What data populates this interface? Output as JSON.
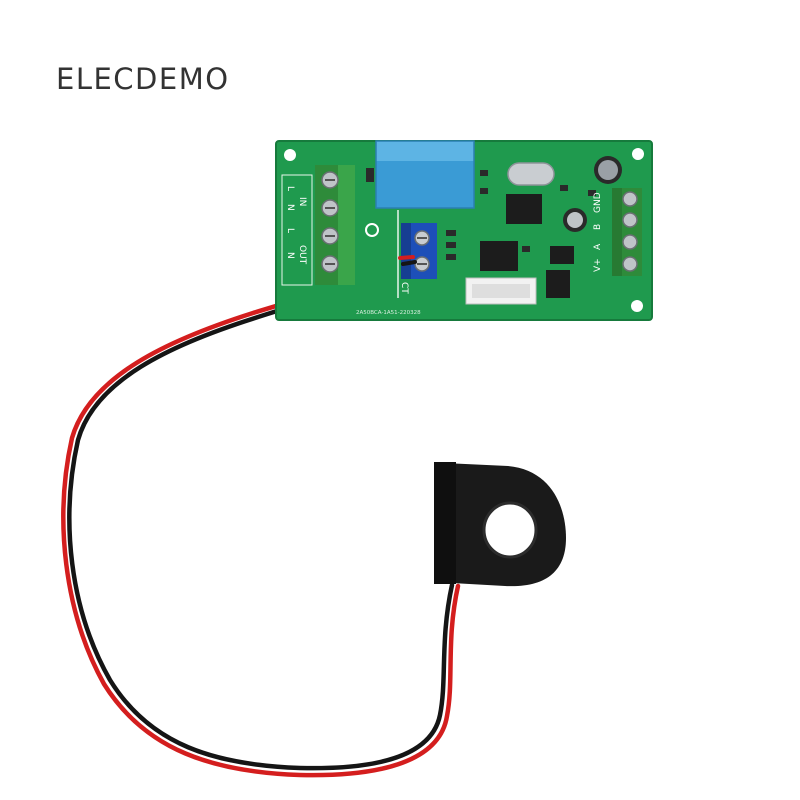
{
  "brand": {
    "name": "ELECDEMO"
  },
  "board": {
    "input_terminal_labels": [
      "L",
      "N",
      "L",
      "N"
    ],
    "input_group_labels": [
      "IN",
      "OUT"
    ],
    "output_terminal_labels": [
      "V+",
      "A",
      "B",
      "GND"
    ],
    "ct_connector_label": "CT",
    "pcb_marking": "2A50BCA-1A51-220328"
  },
  "colors": {
    "background": "#ffffff",
    "pcb_green": "#1f9a4e",
    "terminal_green": "#2e8b3a",
    "terminal_blue": "#1d4fb8",
    "transformer_blue": "#3a9bd5",
    "wire_red": "#d41e1e",
    "wire_black": "#151515",
    "ct_black": "#1a1a1a"
  }
}
